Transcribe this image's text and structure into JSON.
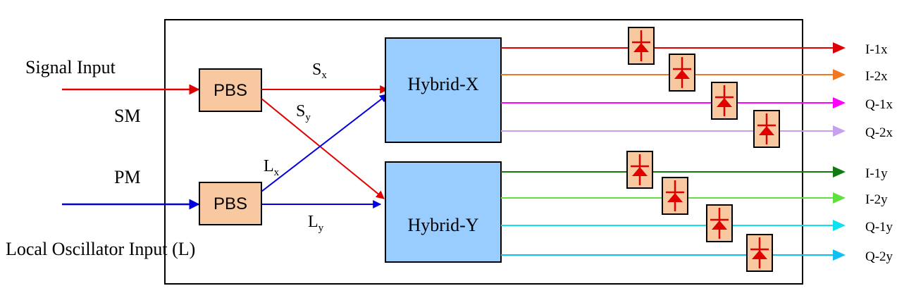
{
  "inputs": {
    "signal": "Signal Input",
    "sm": "SM",
    "pm": "PM",
    "local_oscillator": "Local Oscillator Input (L)"
  },
  "splitters": {
    "top": "PBS",
    "bottom": "PBS"
  },
  "hybrids": {
    "x": "Hybrid-X",
    "y": "Hybrid-Y"
  },
  "paths": {
    "sx_main": "S",
    "sx_sub": "x",
    "sy_main": "S",
    "sy_sub": "y",
    "lx_main": "L",
    "lx_sub": "x",
    "ly_main": "L",
    "ly_sub": "y"
  },
  "outputs": [
    {
      "label": "I-1x",
      "color": "#e00000"
    },
    {
      "label": "I-2x",
      "color": "#f07820"
    },
    {
      "label": "Q-1x",
      "color": "#ff00ff"
    },
    {
      "label": "Q-2x",
      "color": "#c8a0f0"
    },
    {
      "label": "I-1y",
      "color": "#107a10"
    },
    {
      "label": "I-2y",
      "color": "#60e040"
    },
    {
      "label": "Q-1y",
      "color": "#10e0f0"
    },
    {
      "label": "Q-2y",
      "color": "#10c0f0"
    }
  ],
  "colors": {
    "signal": "#e00000",
    "local_oscillator": "#0000e0",
    "pbs_fill": "#f8c8a0",
    "hybrid_fill": "#99ccff",
    "detector_fill": "#f8c8a0",
    "detector_symbol": "#e00000"
  },
  "icons": {
    "detector": "photodiode-icon"
  }
}
